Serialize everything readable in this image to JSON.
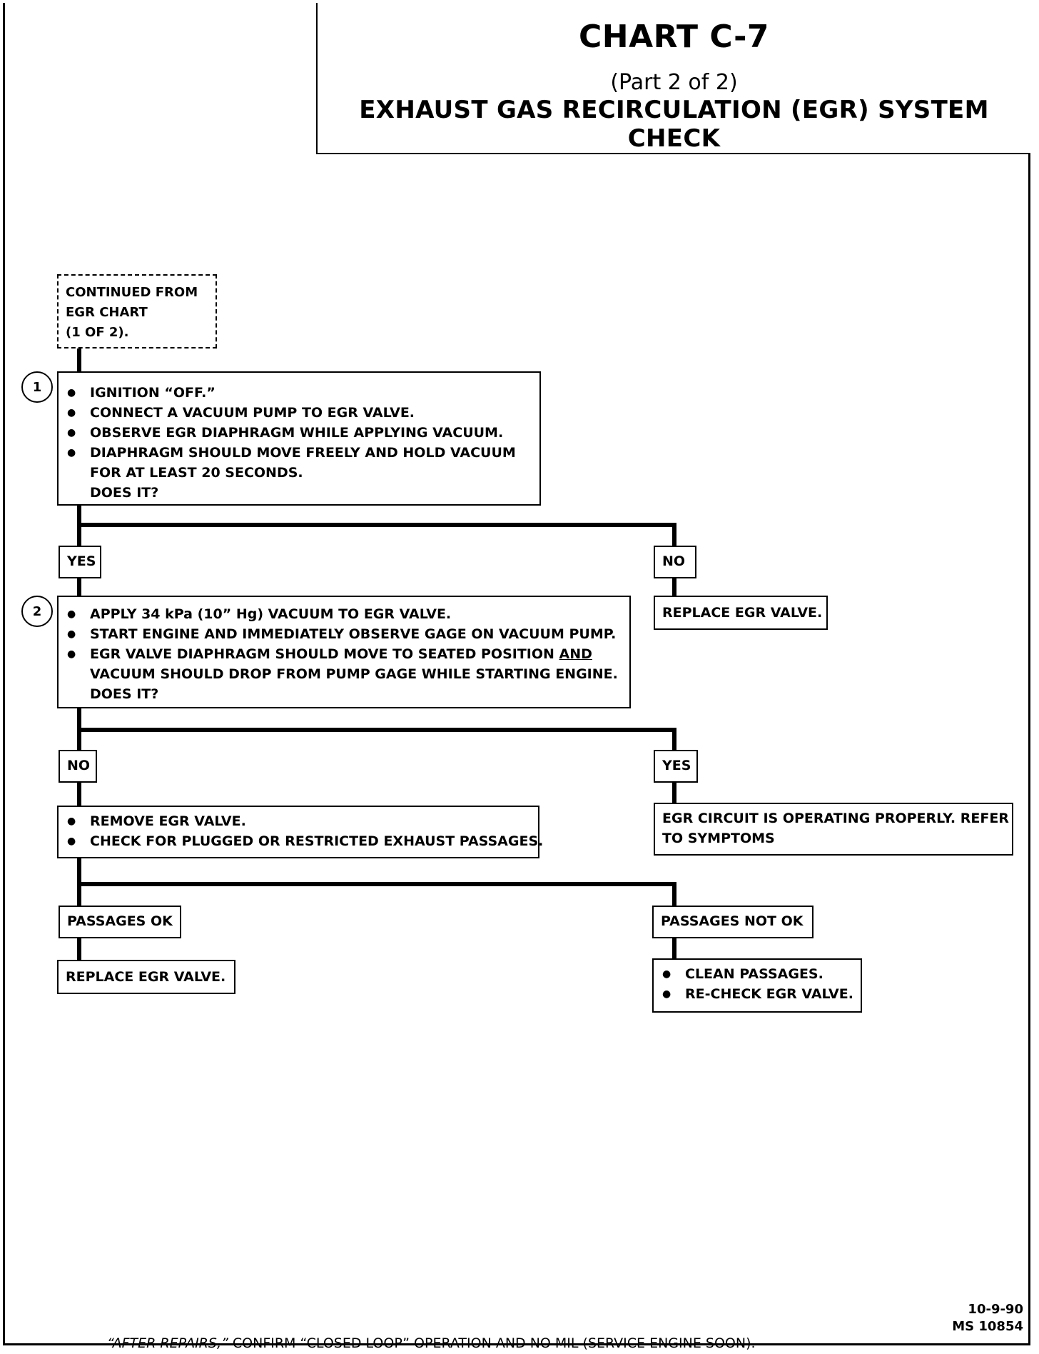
{
  "header": {
    "title": "CHART C-7",
    "part": "(Part 2 of 2)",
    "subtitle": "EXHAUST GAS RECIRCULATION (EGR) SYSTEM CHECK"
  },
  "start": {
    "lines": [
      "CONTINUED FROM",
      "EGR CHART",
      "(1 OF 2)."
    ]
  },
  "step1": {
    "number": "1",
    "bullets": [
      "IGNITION “OFF.”",
      "CONNECT A VACUUM PUMP TO EGR VALVE.",
      "OBSERVE EGR DIAPHRAGM WHILE APPLYING VACUUM.",
      "DIAPHRAGM SHOULD MOVE FREELY AND HOLD VACUUM"
    ],
    "continuation": "FOR AT LEAST 20 SECONDS.",
    "question": "DOES IT?"
  },
  "branch1": {
    "yes": "YES",
    "no": "NO"
  },
  "replace1": "REPLACE EGR VALVE.",
  "step2": {
    "number": "2",
    "bullet1": "APPLY 34 kPa (10” Hg) VACUUM TO EGR VALVE.",
    "bullet2": "START ENGINE AND IMMEDIATELY OBSERVE GAGE ON VACUUM PUMP.",
    "bullet3_pre": "EGR VALVE DIAPHRAGM SHOULD MOVE TO SEATED POSITION ",
    "bullet3_emph": "AND",
    "continuation": "VACUUM SHOULD DROP FROM PUMP GAGE WHILE STARTING ENGINE.",
    "question": "DOES IT?"
  },
  "branch2": {
    "no": "NO",
    "yes": "YES"
  },
  "remove": {
    "bullets": [
      "REMOVE EGR VALVE.",
      "CHECK FOR PLUGGED OR RESTRICTED EXHAUST PASSAGES."
    ]
  },
  "operating": {
    "lines": [
      "EGR CIRCUIT IS OPERATING PROPERLY.  REFER",
      "TO SYMPTOMS"
    ]
  },
  "branch3": {
    "ok": "PASSAGES OK",
    "not_ok": "PASSAGES NOT OK"
  },
  "replace2": "REPLACE EGR VALVE.",
  "clean": {
    "bullets": [
      "CLEAN PASSAGES.",
      "RE-CHECK EGR VALVE."
    ]
  },
  "footer": {
    "after_repairs": "“AFTER REPAIRS,”",
    "rest": " CONFIRM “CLOSED LOOP” OPERATION AND NO MIL (SERVICE ENGINE SOON)."
  },
  "revision": {
    "date": "10-9-90",
    "code": "MS 10854"
  }
}
